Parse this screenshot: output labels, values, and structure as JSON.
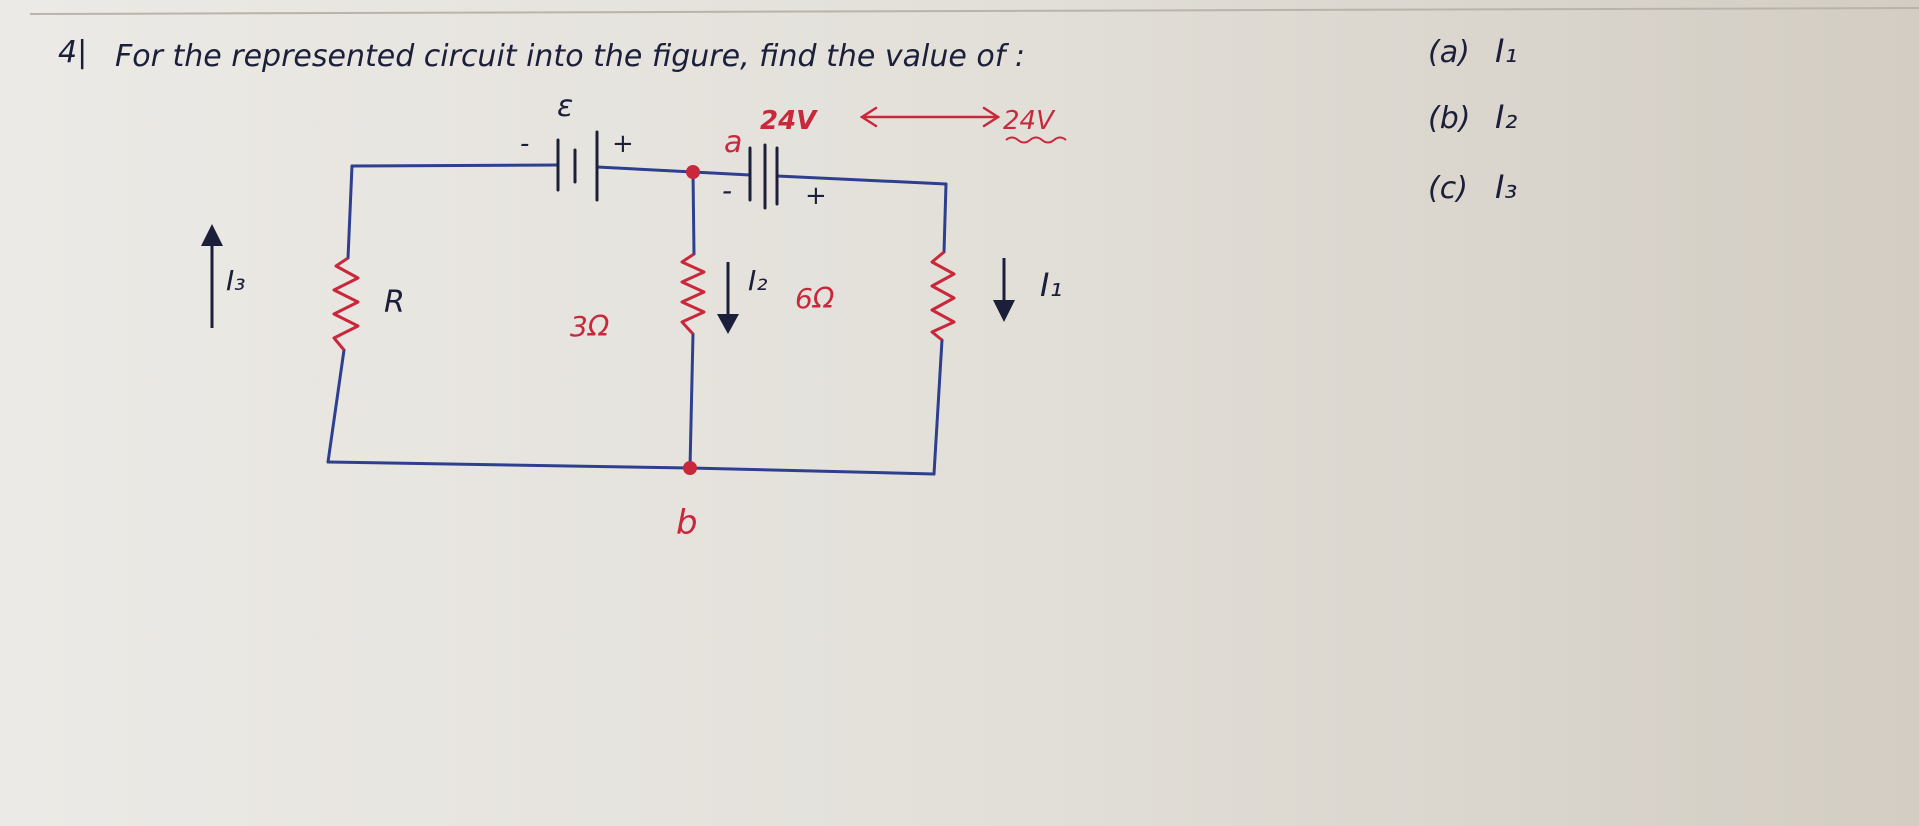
{
  "problem": {
    "number": "4|",
    "statement": "For the represented circuit into the figure, find the value of :",
    "parts": [
      {
        "label": "(a)",
        "symbol": "I₁"
      },
      {
        "label": "(b)",
        "symbol": "I₂"
      },
      {
        "label": "(c)",
        "symbol": "I₃"
      }
    ]
  },
  "circuit": {
    "emf_label": "ε",
    "battery_minus": "-",
    "battery_plus": "+",
    "battery2_minus": "-",
    "battery2_plus": "+",
    "voltage_left": "24V",
    "voltage_right": "24V",
    "node_a": "a",
    "node_b": "b",
    "resistor_r": "R",
    "resistor_3": "3Ω",
    "resistor_6": "6Ω",
    "current_1": "I₁",
    "current_2": "I₂",
    "current_3": "I₃"
  },
  "colors": {
    "ink_black": "#1c1f3a",
    "ink_blue": "#2e3f8f",
    "ink_red": "#c8283a",
    "paper_left": "#e8e6e1",
    "paper_right": "#d6d1c8"
  }
}
